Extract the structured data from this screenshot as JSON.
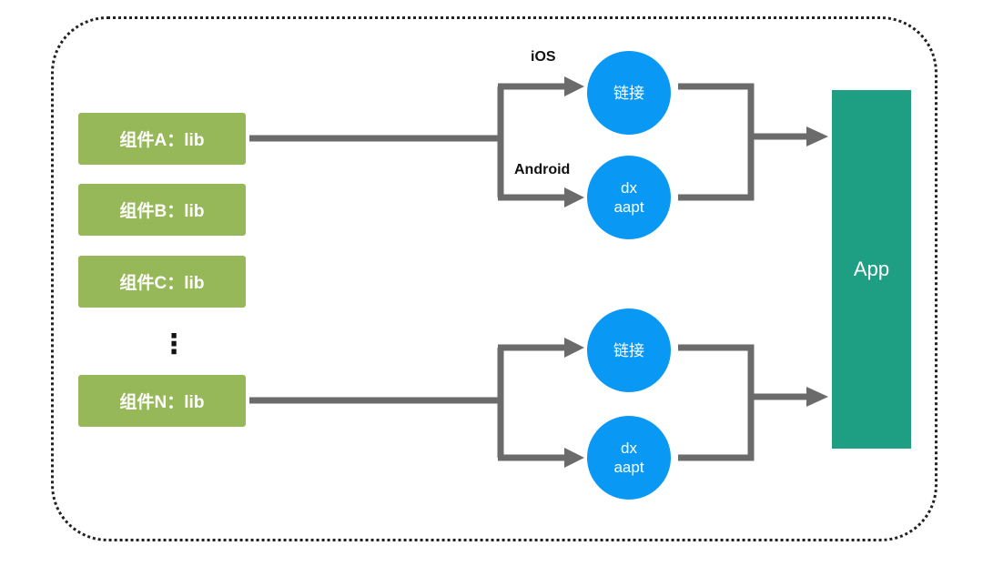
{
  "components": [
    {
      "label": "组件A：lib"
    },
    {
      "label": "组件B：lib"
    },
    {
      "label": "组件C：lib"
    },
    {
      "label": "组件N：lib"
    }
  ],
  "ellipsis": "⋮",
  "platforms": {
    "ios": "iOS",
    "android": "Android"
  },
  "nodes": {
    "top_link": "链接",
    "top_dx": {
      "line1": "dx",
      "line2": "aapt"
    },
    "bottom_link": "链接",
    "bottom_dx": {
      "line1": "dx",
      "line2": "aapt"
    }
  },
  "app": "App",
  "colors": {
    "component": "#97b858",
    "node": "#0a98f5",
    "app": "#1e9e82",
    "connector": "#6b6b6b"
  }
}
